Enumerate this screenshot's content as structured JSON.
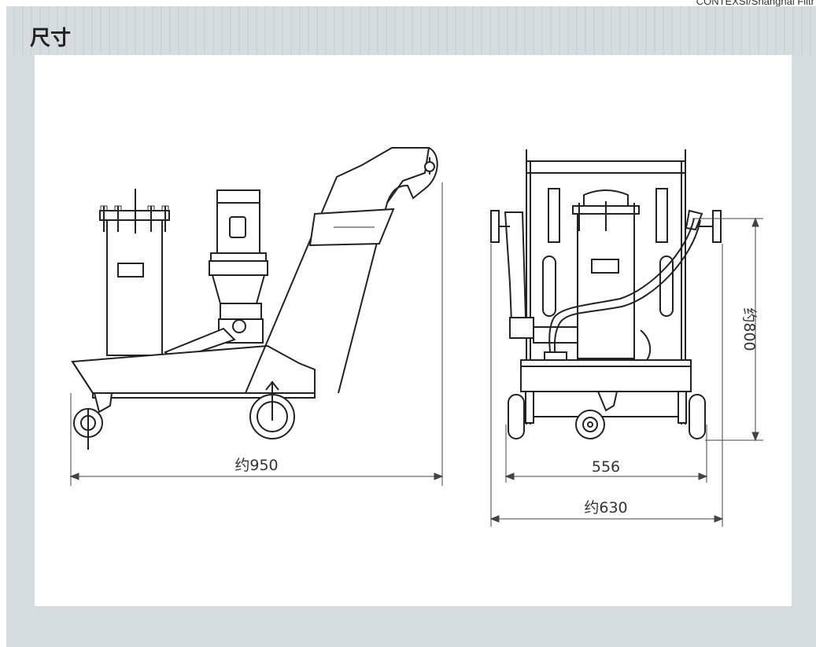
{
  "watermark": "CONTEXSI/Shanghai Filtr",
  "title": "尺寸",
  "dimensions": {
    "side_length": "约950",
    "front_height": "约800",
    "front_inner_width": "556",
    "front_outer_width": "约630"
  }
}
